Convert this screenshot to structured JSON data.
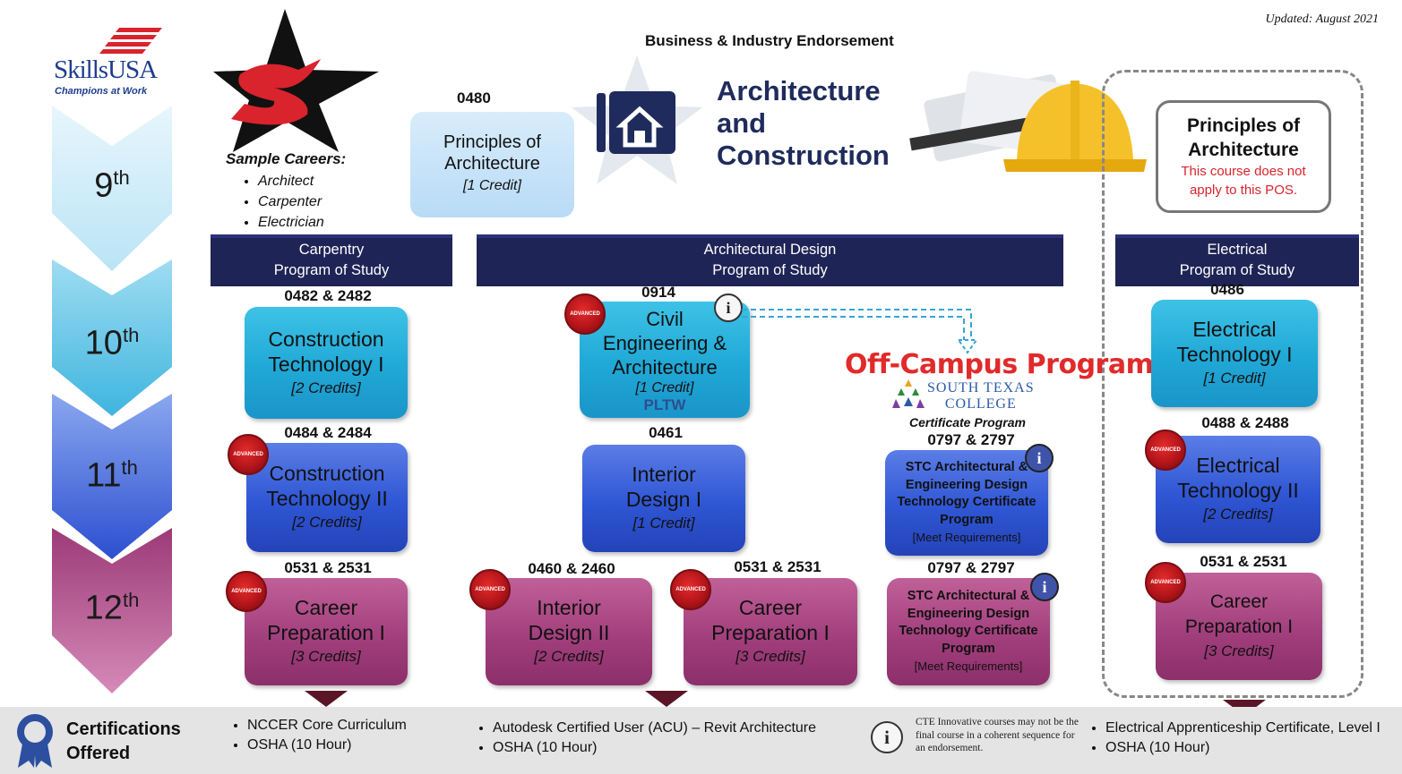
{
  "updated": "Updated: August 2021",
  "logo": {
    "title": "SkillsUSA",
    "subtitle": "Champions at Work"
  },
  "grades": [
    {
      "label": "9",
      "suffix": "th"
    },
    {
      "label": "10",
      "suffix": "th"
    },
    {
      "label": "11",
      "suffix": "th"
    },
    {
      "label": "12",
      "suffix": "th"
    }
  ],
  "careers": {
    "heading": "Sample Careers:",
    "items": [
      "Architect",
      "Carpenter",
      "Electrician"
    ]
  },
  "endorsement": "Business & Industry Endorsement",
  "cluster": {
    "line1": "Architecture",
    "line2": "and",
    "line3": "Construction"
  },
  "intro_course": {
    "code": "0480",
    "name_line1": "Principles of",
    "name_line2": "Architecture",
    "credit": "[1 Credit]"
  },
  "not_applicable": {
    "line1": "Principles of",
    "line2": "Architecture",
    "note_line1": "This course does not",
    "note_line2": "apply to this POS."
  },
  "programs": {
    "carpentry": {
      "line1": "Carpentry",
      "line2": "Program of Study"
    },
    "architectural": {
      "line1": "Architectural Design",
      "line2": "Program of Study"
    },
    "electrical": {
      "line1": "Electrical",
      "line2": "Program of Study"
    }
  },
  "courses": {
    "ct1": {
      "code": "0482 & 2482",
      "l1": "Construction",
      "l2": "Technology I",
      "credit": "[2 Credits]"
    },
    "ct2": {
      "code": "0484 & 2484",
      "l1": "Construction",
      "l2": "Technology II",
      "credit": "[2 Credits]"
    },
    "cp_carp": {
      "code": "0531 & 2531",
      "l1": "Career",
      "l2": "Preparation I",
      "credit": "[3 Credits]"
    },
    "civil": {
      "code": "0914",
      "l1": "Civil",
      "l2": "Engineering &",
      "l3": "Architecture",
      "credit": "[1 Credit]",
      "pltw": "PLTW"
    },
    "id1": {
      "code": "0461",
      "l1": "Interior",
      "l2": "Design I",
      "credit": "[1 Credit]"
    },
    "id2": {
      "code": "0460 & 2460",
      "l1": "Interior",
      "l2": "Design II",
      "credit": "[2 Credits]"
    },
    "cp_arch": {
      "code": "0531 & 2531",
      "l1": "Career",
      "l2": "Preparation I",
      "credit": "[3 Credits]"
    },
    "stc1": {
      "code": "0797 & 2797",
      "l1": "STC Architectural &",
      "l2": "Engineering Design",
      "l3": "Technology Certificate",
      "l4": "Program",
      "req": "[Meet Requirements]"
    },
    "stc2": {
      "code": "0797 & 2797",
      "l1": "STC Architectural &",
      "l2": "Engineering Design",
      "l3": "Technology Certificate",
      "l4": "Program",
      "req": "[Meet Requirements]"
    },
    "et1": {
      "code": "0486",
      "l1": "Electrical",
      "l2": "Technology I",
      "credit": "[1 Credit]"
    },
    "et2": {
      "code": "0488 & 2488",
      "l1": "Electrical",
      "l2": "Technology II",
      "credit": "[2 Credits]"
    },
    "cp_elec": {
      "code": "0531 & 2531",
      "l1": "Career",
      "l2": "Preparation I",
      "credit": "[3 Credits]"
    }
  },
  "advanced_badge": "ADVANCED",
  "off_campus": {
    "title": "Off-Campus Program",
    "college_line1": "SOUTH TEXAS",
    "college_line2": "COLLEGE",
    "cert_program": "Certificate Program"
  },
  "certifications": {
    "title_line1": "Certifications",
    "title_line2": "Offered",
    "carpentry": [
      "NCCER Core Curriculum",
      "OSHA (10 Hour)"
    ],
    "architectural": [
      "Autodesk Certified User (ACU) – Revit Architecture",
      "OSHA (10 Hour)"
    ],
    "electrical": [
      "Electrical Apprenticeship Certificate, Level I",
      "OSHA (10 Hour)"
    ]
  },
  "cte_note": "CTE Innovative courses may not be the final course in a coherent sequence for an endorsement.",
  "icons": {
    "info": "i",
    "ribbon": "award-ribbon-icon",
    "house": "house-blueprint-icon",
    "star": "star-logo-icon",
    "helmet": "hard-hat-icon"
  },
  "colors": {
    "navy": "#1f2456",
    "teal": "#20a8d6",
    "blue": "#2f56d4",
    "plum": "#a23f7d",
    "red": "#d9232d"
  }
}
